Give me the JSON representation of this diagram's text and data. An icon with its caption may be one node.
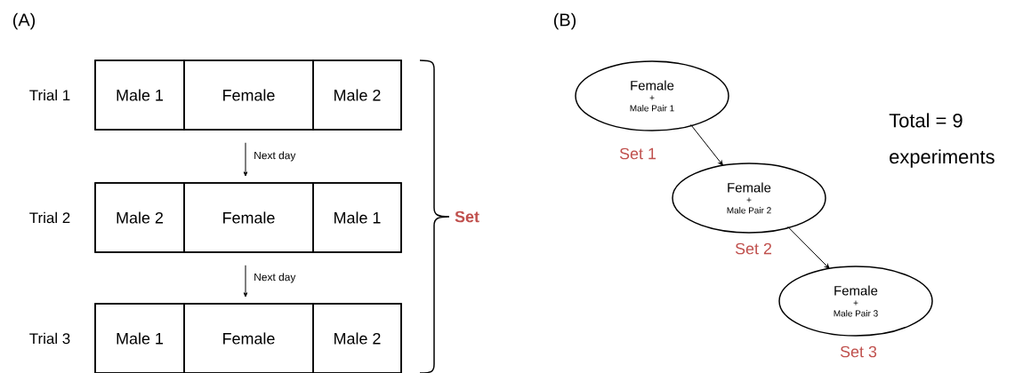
{
  "diagram": {
    "nodes": [
      {
        "text": [],
        "shape": "box",
        "beside": [
          "Trial 1"
        ]
      },
      {
        "text": [
          "Male 1"
        ],
        "in": 0
      },
      {
        "text": [
          "Female"
        ],
        "in": 0
      },
      {
        "text": [
          "Male 2"
        ],
        "in": 0
      },
      {
        "text": [],
        "shape": "box",
        "beside": [
          "Trial 2"
        ]
      },
      {
        "text": [
          "Male 2"
        ],
        "in": 4
      },
      {
        "text": [
          "Female"
        ],
        "in": 4
      },
      {
        "text": [
          "Male 1"
        ],
        "in": 4
      },
      {
        "text": [],
        "shape": "box",
        "beside": [
          "Trial 3"
        ]
      },
      {
        "text": [
          "Male 1"
        ],
        "in": 8
      },
      {
        "text": [
          "Female"
        ],
        "in": 8
      },
      {
        "text": [
          "Male 2"
        ],
        "in": 8
      },
      {
        "text": [
          "Female",
          "+",
          "Male Pair 1"
        ],
        "beside": [
          "Set 1"
        ]
      },
      {
        "text": [
          "Female",
          "+",
          "Male Pair 2"
        ],
        "beside": [
          "Set 2"
        ]
      },
      {
        "text": [
          "Female",
          "+",
          "Male Pair 3"
        ],
        "beside": [
          "Set 3"
        ]
      }
    ],
    "edges": [
      {
        "from": 0,
        "to": 4,
        "arrow": "to",
        "label": "Next day"
      },
      {
        "from": 4,
        "to": 8,
        "arrow": "to",
        "label": "Next day"
      },
      {
        "from": 12,
        "to": 13,
        "arrow": "to"
      },
      {
        "from": 13,
        "to": 14,
        "arrow": "to"
      }
    ],
    "labels": [
      "(A)",
      "(B)",
      "Set",
      "Total = 9 experiments"
    ]
  }
}
